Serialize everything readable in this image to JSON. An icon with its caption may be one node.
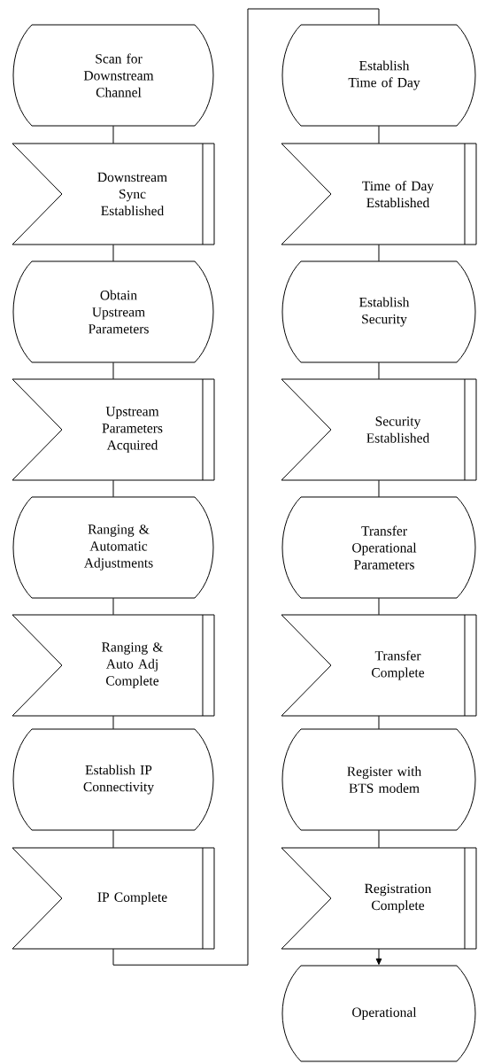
{
  "diagram": {
    "nodes": [
      {
        "text": [
          "Scan for Downstream Channel"
        ]
      },
      {
        "text": [
          "Downstream Sync Established"
        ]
      },
      {
        "text": [
          "Obtain Upstream Parameters"
        ]
      },
      {
        "text": [
          "Upstream Parameters Acquired"
        ]
      },
      {
        "text": [
          "Ranging & Automatic Adjustments"
        ]
      },
      {
        "text": [
          "Ranging & Auto Adj Complete"
        ]
      },
      {
        "text": [
          "Establish IP Connectivity"
        ]
      },
      {
        "text": [
          "IP Complete"
        ]
      },
      {
        "text": [
          "Establish Time of Day"
        ]
      },
      {
        "text": [
          "Time of Day Established"
        ]
      },
      {
        "text": [
          "Establish Security"
        ]
      },
      {
        "text": [
          "Security Established"
        ]
      },
      {
        "text": [
          "Transfer Operational Parameters"
        ]
      },
      {
        "text": [
          "Transfer Complete"
        ]
      },
      {
        "text": [
          "Register with BTS modem"
        ]
      },
      {
        "text": [
          "Registration Complete"
        ]
      },
      {
        "text": [
          "Operational"
        ]
      }
    ],
    "edges": [
      {
        "from": 0,
        "to": 1,
        "arrow": "none"
      },
      {
        "from": 1,
        "to": 2,
        "arrow": "none"
      },
      {
        "from": 2,
        "to": 3,
        "arrow": "none"
      },
      {
        "from": 3,
        "to": 4,
        "arrow": "none"
      },
      {
        "from": 4,
        "to": 5,
        "arrow": "none"
      },
      {
        "from": 5,
        "to": 6,
        "arrow": "none"
      },
      {
        "from": 6,
        "to": 7,
        "arrow": "none"
      },
      {
        "from": 7,
        "to": 8,
        "arrow": "none"
      },
      {
        "from": 8,
        "to": 9,
        "arrow": "none"
      },
      {
        "from": 9,
        "to": 10,
        "arrow": "none"
      },
      {
        "from": 10,
        "to": 11,
        "arrow": "none"
      },
      {
        "from": 11,
        "to": 12,
        "arrow": "none"
      },
      {
        "from": 12,
        "to": 13,
        "arrow": "none"
      },
      {
        "from": 13,
        "to": 14,
        "arrow": "none"
      },
      {
        "from": 14,
        "to": 15,
        "arrow": "none"
      },
      {
        "from": 15,
        "to": 16,
        "arrow": "to"
      }
    ]
  }
}
